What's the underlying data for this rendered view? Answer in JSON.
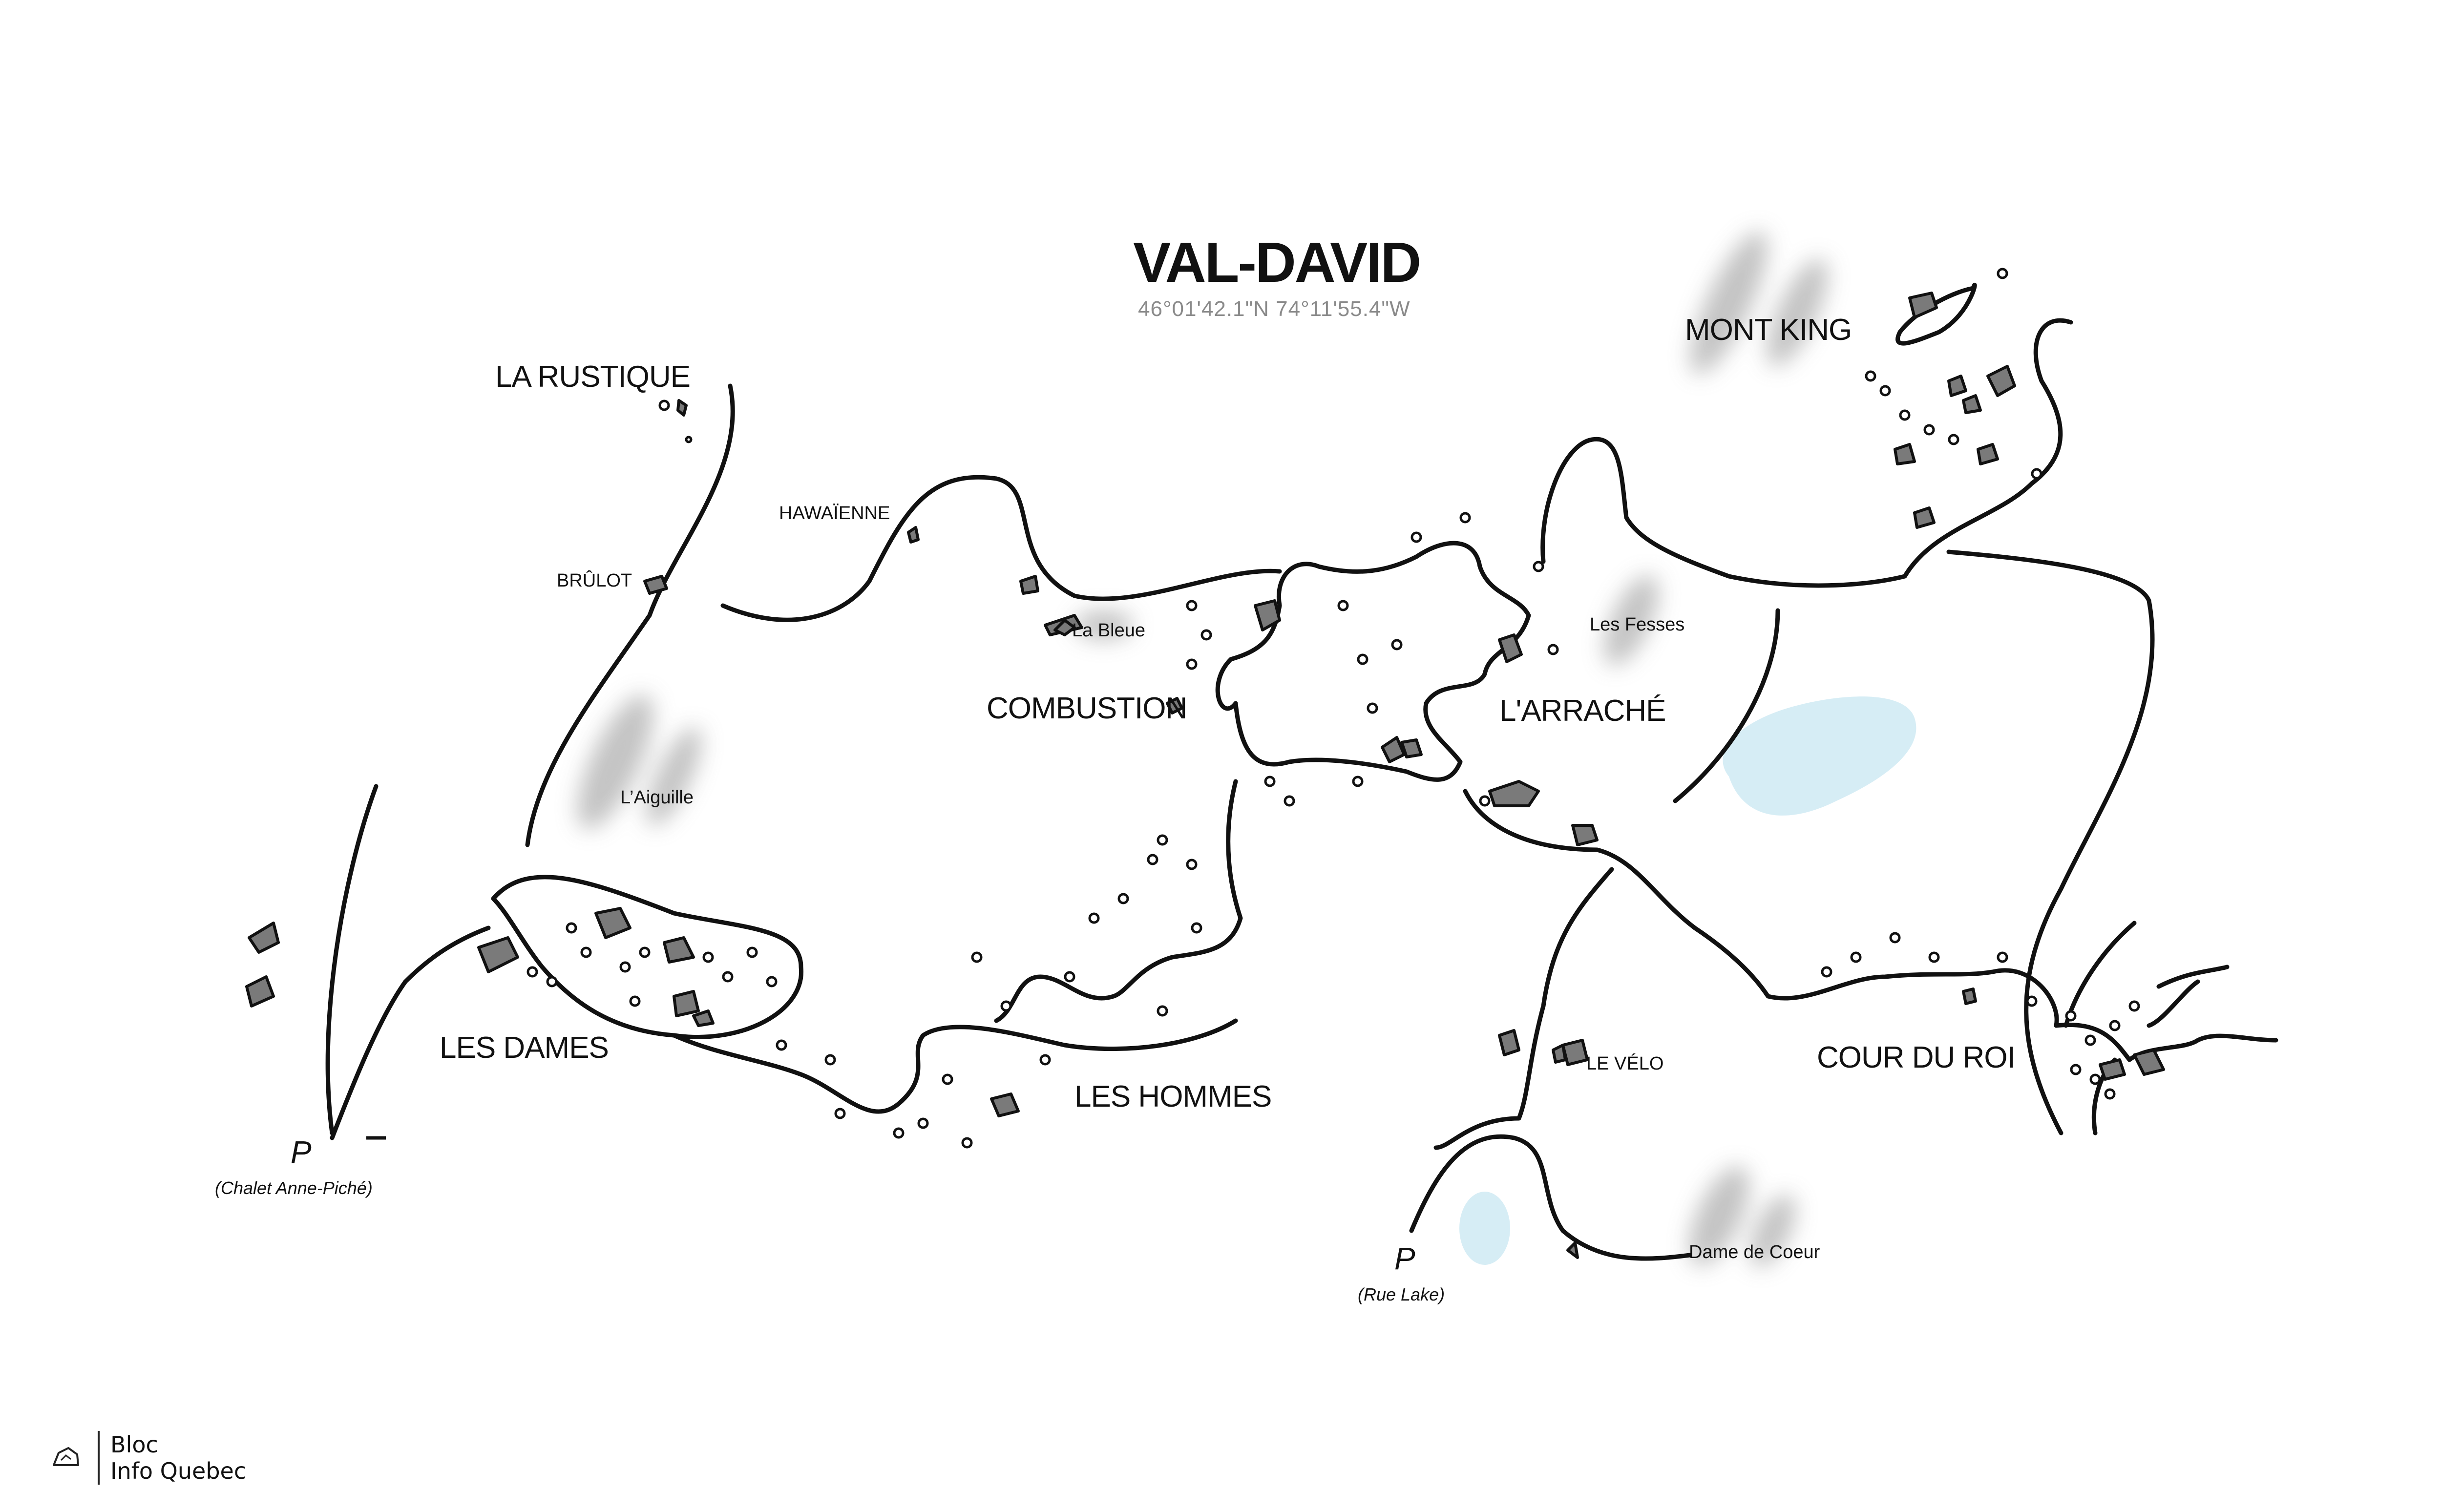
{
  "map": {
    "title": "VAL-DAVID",
    "coordinates": "46°01'42.1\"N 74°11'55.4\"W",
    "sector_labels": {
      "la_rustique": "LA RUSTIQUE",
      "les_dames": "LES DAMES",
      "les_hommes": "LES HOMMES",
      "combustion": "COMBUSTION",
      "arrache": "L'ARRACHÉ",
      "mont_king": "MONT KING",
      "cour_du_roi": "COUR DU ROI"
    },
    "spot_labels": {
      "hawaienne": "HAWAÏENNE",
      "brulot": "BRÛLOT",
      "aiguille": "L’Aiguille",
      "la_bleue": "La Bleue",
      "les_fesses": "Les Fesses",
      "le_velo": "LE VÉLO",
      "dame_de_coeur": "Dame de Coeur"
    },
    "parkings": [
      {
        "symbol": "P",
        "name": "(Chalet Anne-Piché)"
      },
      {
        "symbol": "P",
        "name": "(Rue Lake)"
      }
    ],
    "colors": {
      "line": "#111111",
      "boulder_fill": "#7a7a7a",
      "lake": "#d6edf5",
      "shadow": "#c4c4c4"
    }
  },
  "brand": {
    "icon": "boulder-logo-icon",
    "line1": "Bloc",
    "line2": "Info Quebec"
  }
}
